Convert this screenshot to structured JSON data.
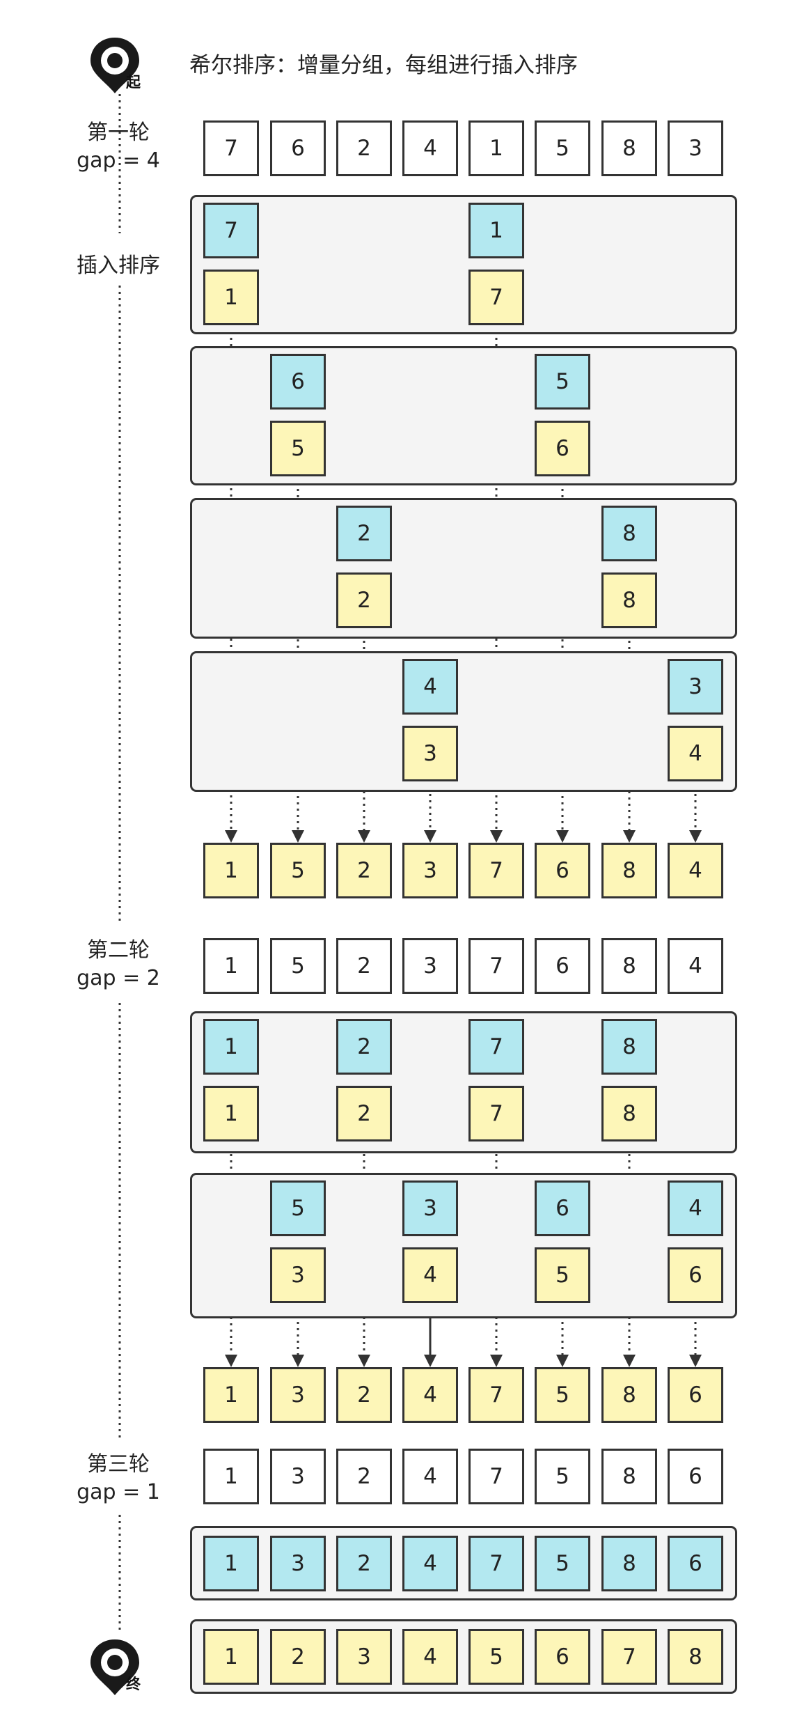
{
  "title": "希尔排序：增量分组，每组进行插入排序",
  "start_label": "起",
  "end_label": "终",
  "insertion_label": "插入排序",
  "rounds": [
    {
      "name": "第一轮",
      "gap": "gap = 4",
      "initial": [
        "7",
        "6",
        "2",
        "4",
        "1",
        "5",
        "8",
        "3"
      ],
      "groups": [
        {
          "before": {
            "0": "7",
            "4": "1"
          },
          "after": {
            "0": "1",
            "4": "7"
          }
        },
        {
          "before": {
            "1": "6",
            "5": "5"
          },
          "after": {
            "1": "5",
            "5": "6"
          }
        },
        {
          "before": {
            "2": "2",
            "6": "8"
          },
          "after": {
            "2": "2",
            "6": "8"
          }
        },
        {
          "before": {
            "3": "4",
            "7": "3"
          },
          "after": {
            "3": "3",
            "7": "4"
          }
        }
      ],
      "result": [
        "1",
        "5",
        "2",
        "3",
        "7",
        "6",
        "8",
        "4"
      ]
    },
    {
      "name": "第二轮",
      "gap": "gap = 2",
      "initial": [
        "1",
        "5",
        "2",
        "3",
        "7",
        "6",
        "8",
        "4"
      ],
      "groups": [
        {
          "before": {
            "0": "1",
            "2": "2",
            "4": "7",
            "6": "8"
          },
          "after": {
            "0": "1",
            "2": "2",
            "4": "7",
            "6": "8"
          }
        },
        {
          "before": {
            "1": "5",
            "3": "3",
            "5": "6",
            "7": "4"
          },
          "after": {
            "1": "3",
            "3": "4",
            "5": "5",
            "7": "6"
          }
        }
      ],
      "result": [
        "1",
        "3",
        "2",
        "4",
        "7",
        "5",
        "8",
        "6"
      ]
    },
    {
      "name": "第三轮",
      "gap": "gap = 1",
      "initial": [
        "1",
        "3",
        "2",
        "4",
        "7",
        "5",
        "8",
        "6"
      ],
      "groups": [
        {
          "before": {
            "0": "1",
            "1": "3",
            "2": "2",
            "3": "4",
            "4": "7",
            "5": "5",
            "6": "8",
            "7": "6"
          }
        }
      ],
      "result": [
        "1",
        "2",
        "3",
        "4",
        "5",
        "6",
        "7",
        "8"
      ]
    }
  ],
  "colors": {
    "unsorted_fill": "#b3e8f0",
    "sorted_fill": "#fdf6b8",
    "plain_fill": "#ffffff",
    "group_fill": "#f4f4f4",
    "stroke": "#333333"
  }
}
